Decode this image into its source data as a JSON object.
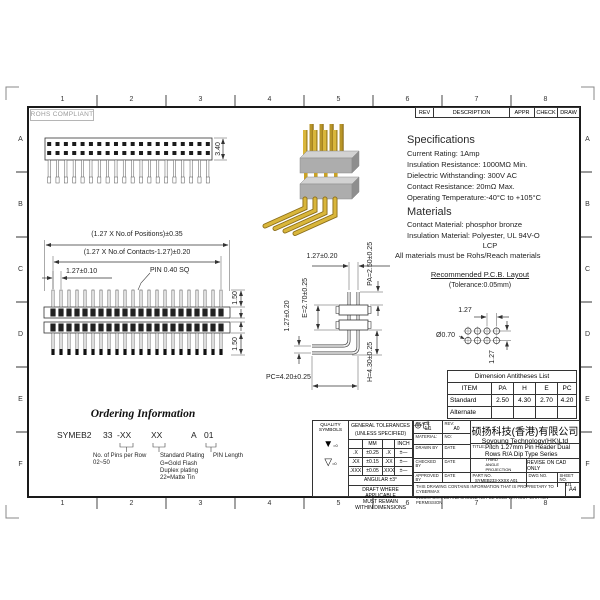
{
  "frame": {
    "zone_numbers_top": [
      "1",
      "2",
      "3",
      "4",
      "5",
      "6",
      "7",
      "8"
    ],
    "zone_numbers_bottom": [
      "1",
      "2",
      "3",
      "4",
      "5",
      "6",
      "7",
      "8"
    ],
    "zone_letters_left": [
      "A",
      "B",
      "C",
      "D",
      "E",
      "F"
    ],
    "zone_letters_right": [
      "A",
      "B",
      "C",
      "D",
      "E",
      "F"
    ]
  },
  "stamp": {
    "rohs": "ROHS COMPLIANT"
  },
  "revision_table": {
    "rev": "REV",
    "description": "DESCRIPTION",
    "appr": "APPR",
    "check": "CHECK",
    "draw": "DRAW"
  },
  "specifications": {
    "title": "Specifications",
    "line1": "Current Rating:  1Amp",
    "line2": "Insulation Resistance:  1000MΩ Min.",
    "line3": "Dielectric Withstanding:  300V AC",
    "line4": "Contact Resistance:  20mΩ Max.",
    "line5": "Operating Temperature:-40°C to +105°C"
  },
  "materials": {
    "title": "Materials",
    "line1": "Contact Material: phosphor bronze",
    "line2": "Insulation Material: Polyester, UL 94V-O",
    "line3": "LCP",
    "line4": "All materials must be Rohs/Reach materials"
  },
  "top_view": {
    "dim_height": "3.40"
  },
  "front_view": {
    "dim_positions": "(1.27 X No.of Positions)±0.35",
    "dim_contacts": "(1.27 X No.of Contacts-1.27)±0.20",
    "dim_pitch": "1.27±0.10",
    "pin_label": "PIN 0.40 SQ",
    "dim_tail_top": "1.50",
    "dim_tail_bottom": "1.50"
  },
  "side_view": {
    "dim_top": "1.27±0.20",
    "dim_pa": "PA=2.50±0.25",
    "dim_e": "E=2.70±0.25",
    "dim_left": "1.27±0.20",
    "dim_h": "H=4.30±0.25",
    "dim_pc": "PC=4.20±0.25"
  },
  "pcb_layout": {
    "title": "Recommended P.C.B. Layout",
    "tolerance": "(Tolerance:0.05mm)",
    "dim_h": "1.27",
    "dim_v": "1.27",
    "dim_hole": "Ø0.70"
  },
  "antitheses_table": {
    "title": "Dimension Antitheses List",
    "h_item": "ITEM",
    "h_pa": "PA",
    "h_h": "H",
    "h_e": "E",
    "h_pc": "PC",
    "r1_item": "Standard",
    "r1_pa": "2.50",
    "r1_h": "4.30",
    "r1_e": "2.70",
    "r1_pc": "4.20",
    "r2_item": "Alternate",
    "r2_pa": "",
    "r2_h": "",
    "r2_e": "",
    "r2_pc": ""
  },
  "ordering": {
    "title": "Ordering Information",
    "code_1": "SYMEB2",
    "code_2": "33",
    "code_3": "-XX",
    "code_4": "XX",
    "code_5": "A",
    "code_6": "01",
    "note_pins_1": "No. of Pins per Row",
    "note_pins_2": "02~50",
    "note_plating_1": "Standard Plating",
    "note_plating_2": "G=Gold Flash",
    "note_plating_3": "Duplex plating",
    "note_plating_4": "22=Matte Tin",
    "note_length": "PIN Length"
  },
  "quality": {
    "title_1": "QUALITY",
    "title_2": "SYMBOLS",
    "sym1": "▼",
    "sym1_sub": "=0",
    "sym2": "▽",
    "sym2_sub": "=0"
  },
  "tolerances": {
    "title_1": "GENERAL TOLERANCES",
    "title_2": "(UNLESS SPECIFIED)",
    "col_mm": "MM",
    "col_inch": "INCH",
    "r1_l": ".X",
    "r1_mm": "±0.25",
    "r1_r": ".X",
    "r1_inch": "±—",
    "r2_l": ".XX",
    "r2_mm": "±0.15",
    "r2_r": ".XX",
    "r2_inch": "±—",
    "r3_l": ".XXX",
    "r3_mm": "±0.05",
    "r3_r": ".XXX",
    "r3_inch": "±—",
    "angular": "ANGULAR ±3°",
    "draft_1": "DRAFT WHERE APPLICABLE",
    "draft_2": "MUST REMAIN",
    "draft_3": "WITHIN DIMENSIONS"
  },
  "title_block": {
    "company_cn": "硕扬科技(香港)有限公司",
    "company_en": "Soyoung Technology(HK)Ltd",
    "scale_label": "SCALE:",
    "scale_value": "1:1",
    "rev_label": "REV:",
    "rev_value": "A0",
    "material_label": "MATERIAL:",
    "no_label": "NO:",
    "drawn_label": "DRAWN BY",
    "checked_label": "CHECKED BY",
    "approved_label": "APPROVED BY",
    "date_label": "DATE",
    "title_label": "TITLE:",
    "title_line1": "Pitch 1.27mm Pin Header Dual",
    "title_line2": "Rows R/A Dip Type Series",
    "projection": "THIRD ANGLE PROJECTION",
    "revise": "REVISE ON CAD ONLY",
    "part_no_label": "PART NO.",
    "part_no_value": "SYMEB233-XXXX A01",
    "dwg_no_label": "DWG NO.",
    "sheet_no_label": "SHEET NO.",
    "sheet_no_value": "1/1",
    "proprietary_1": "THIS DRAWING CONTAINS INFORMATION THAT IS PROPRIETARY TO CYBERMAX",
    "proprietary_2": "INCORPORATED AND SHOULD NOT BE USED WITHOUT WRITTEN PERMISSION",
    "size": "A4"
  },
  "drawing_params": {
    "top_view_pins": 20,
    "front_view_pins": 22,
    "pcb_rows": 2,
    "pcb_cols": 4
  }
}
